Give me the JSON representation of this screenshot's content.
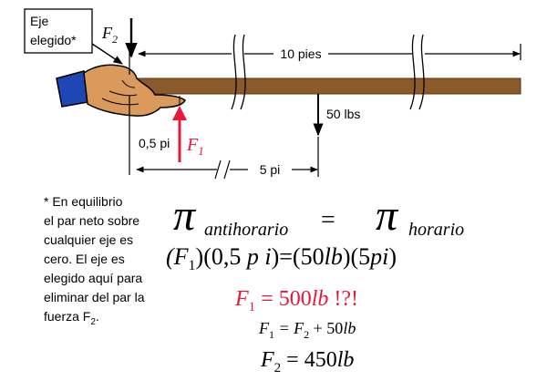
{
  "labels": {
    "axis_box_line1": "Eje",
    "axis_box_line2": "elegido*",
    "f2_letter": "F",
    "f2_sub": "2",
    "length_total": "10 pies",
    "load": "50 lbs",
    "f1_dist": "0,5 pi",
    "f1_letter": "F",
    "f1_sub": "1",
    "dist_5": "5 pi"
  },
  "note": {
    "lines": [
      "* En equilibrio",
      "el par neto sobre",
      "cualquier eje es",
      "cero.  El eje es",
      "elegido aquí para",
      "eliminar del par la",
      "fuerza F"
    ],
    "last_sub": "2",
    "last_suffix": "."
  },
  "equations": {
    "tau": "π",
    "anti": "antihorario",
    "eq": "=",
    "hor": "horario",
    "line2_a": "(F",
    "line2_sub": "1",
    "line2_b": ")(0,5 ",
    "line2_c": "p i",
    "line2_d": ")=(50",
    "line2_e": "lb",
    "line2_f": ")(5",
    "line2_g": "pi",
    "line2_h": ")",
    "f1_line_a": "F",
    "f1_line_sub": "1",
    "f1_line_b": " = 500",
    "f1_line_c": "lb",
    "f1_line_d": "  !?!",
    "f1_sum_a": "F",
    "f1_sum_s1": "1",
    "f1_sum_b": " = F",
    "f1_sum_s2": "2",
    "f1_sum_c": " + 50",
    "f1_sum_d": "lb",
    "f2_a": "F",
    "f2_sub": "2",
    "f2_b": " = 450",
    "f2_c": "lb"
  },
  "colors": {
    "beam": "#8B5A2B",
    "red": "#E8183A",
    "skin": "#D99A5B",
    "sleeve": "#1E46B4"
  },
  "icons": [
    "hand-icon",
    "break-mark-icon"
  ]
}
